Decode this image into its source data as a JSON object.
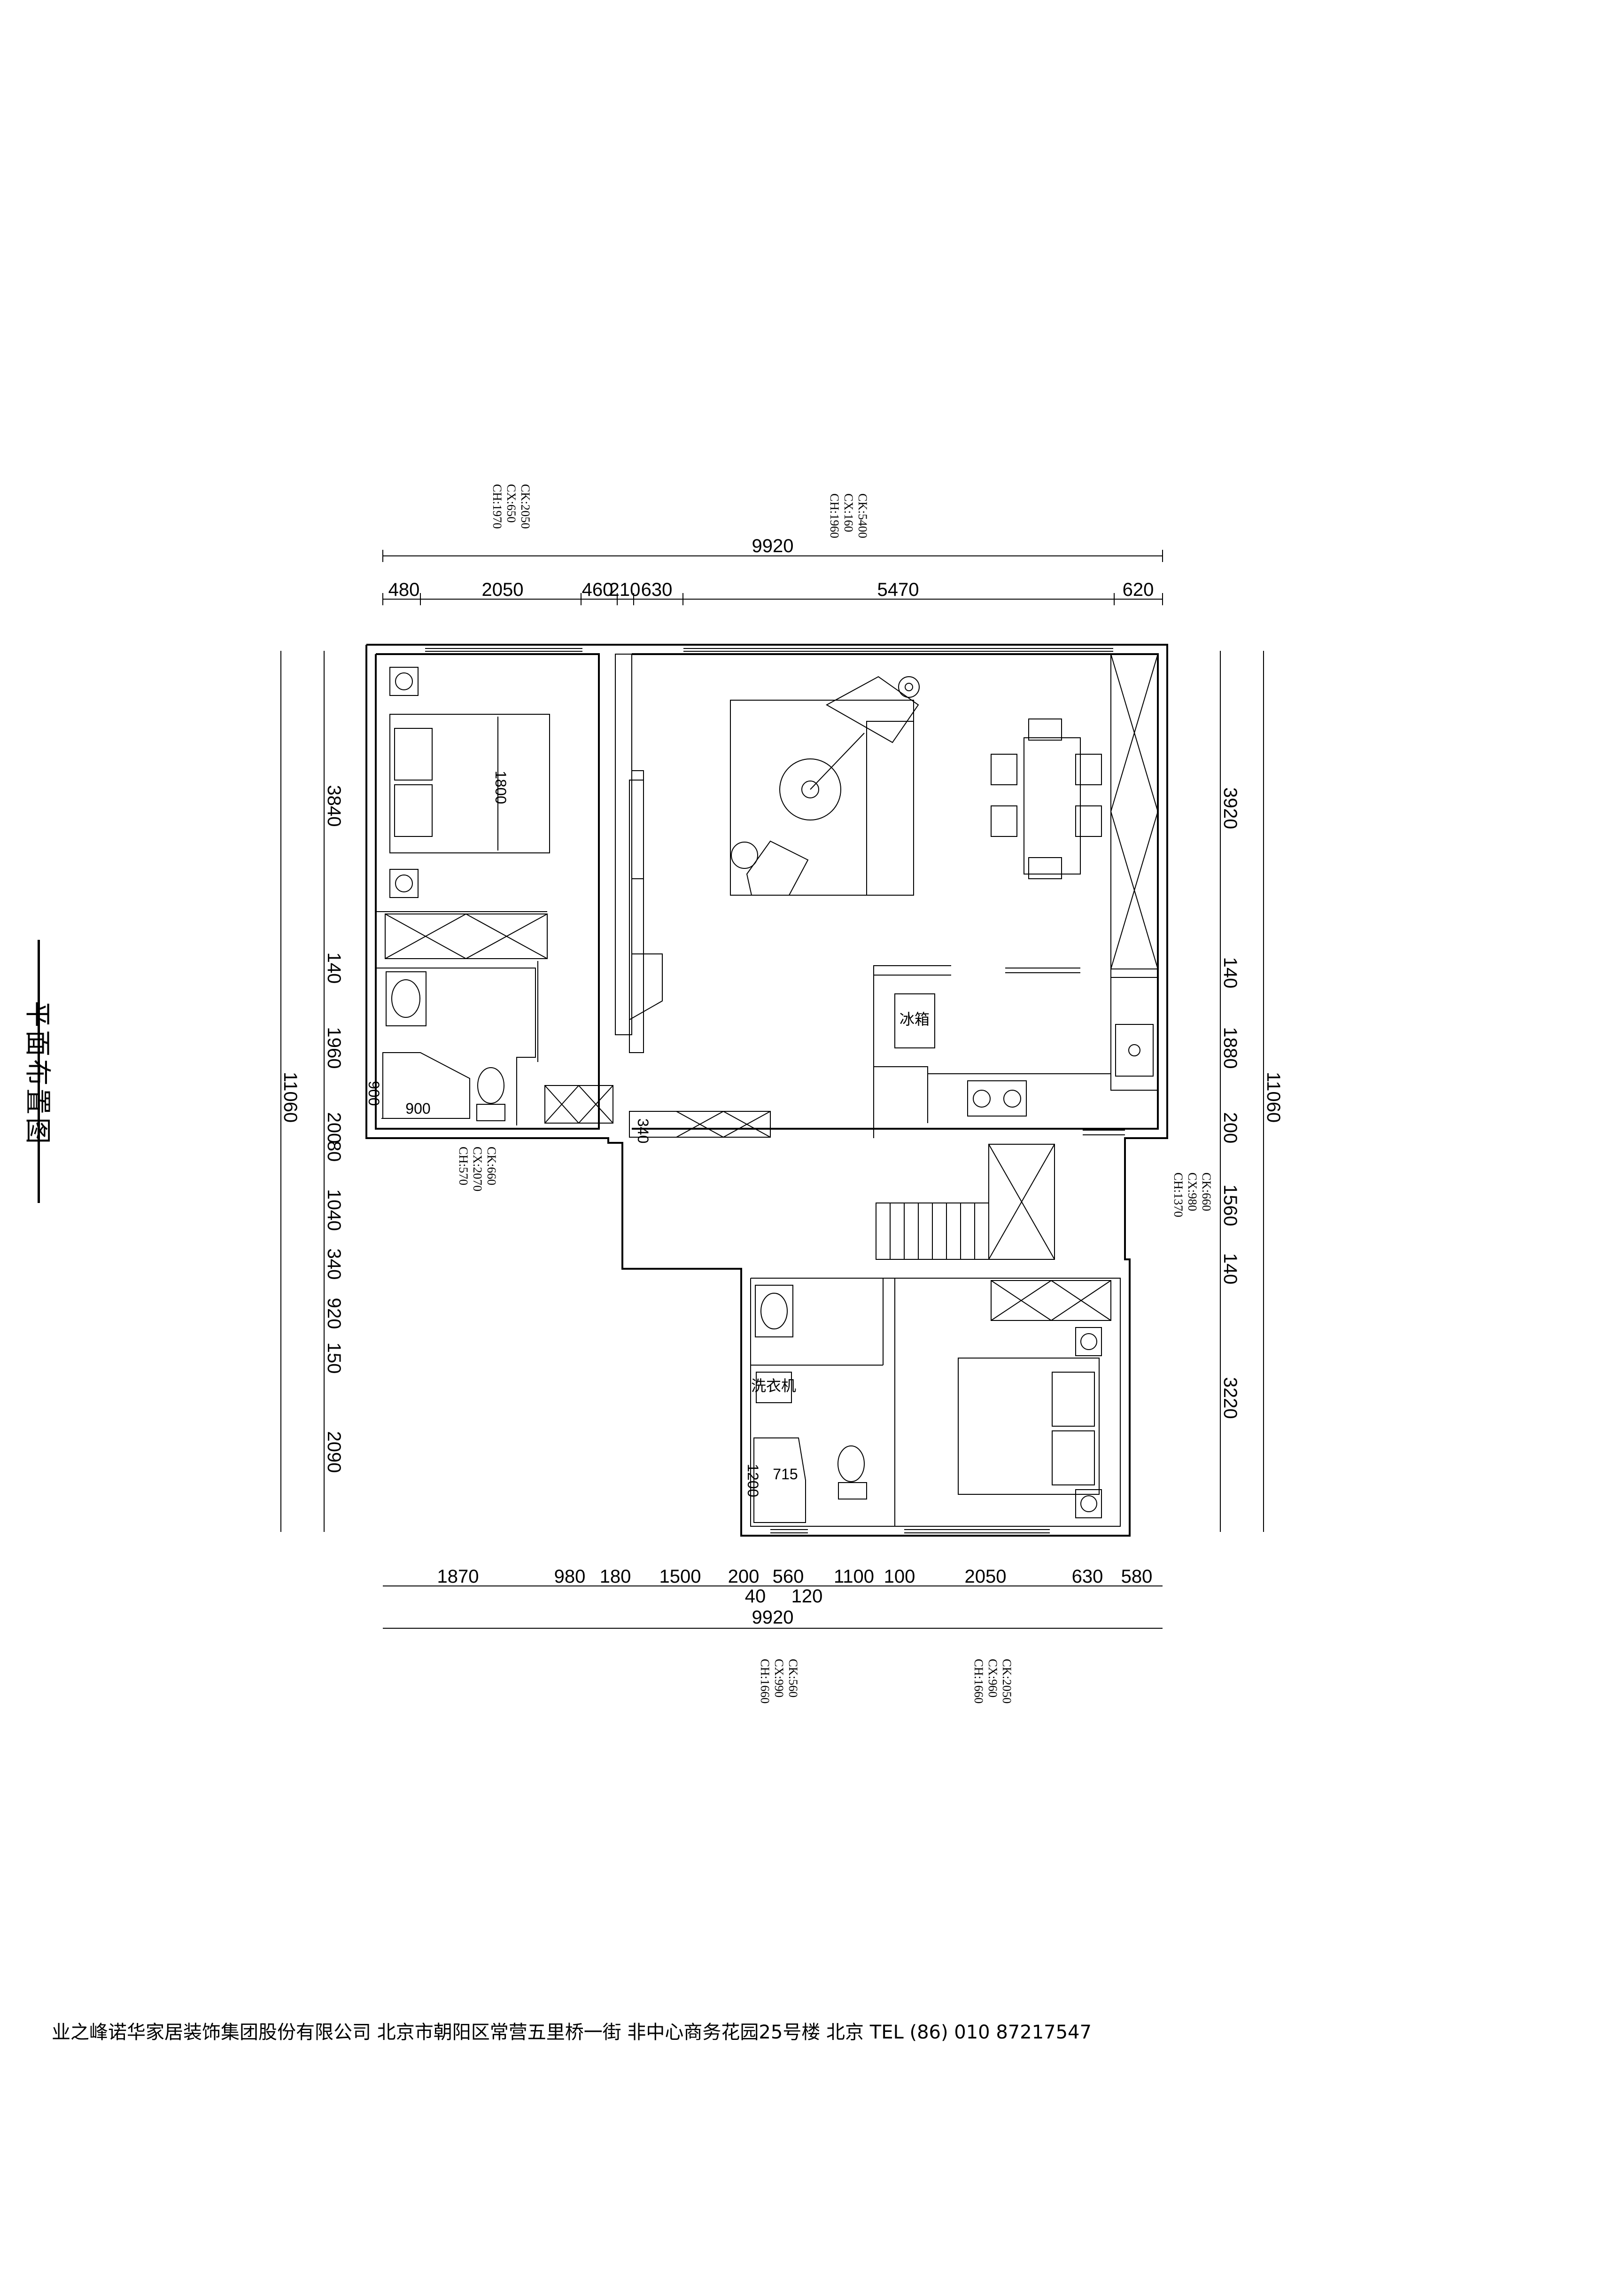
{
  "title": "平面布置图",
  "footer": "业之峰诺华家居装饰集团股份有限公司  北京市朝阳区常营五里桥一街  非中心商务花园25号楼    北京   TEL   (86)  010  87217547",
  "top_dims": {
    "total": "9920",
    "segments": [
      "480",
      "2050",
      "460",
      "210",
      "630",
      "5470",
      "620"
    ]
  },
  "bottom_dims": {
    "total": "9920",
    "segments": [
      "1870",
      "980",
      "180",
      "1500",
      "200",
      "560",
      "1100",
      "100",
      "2050",
      "630",
      "580"
    ],
    "extra": [
      "40",
      "120"
    ]
  },
  "left_dims": {
    "total": "11060",
    "segments": [
      "3840",
      "140",
      "1960",
      "200",
      "80",
      "1040",
      "340",
      "920",
      "150",
      "2090"
    ]
  },
  "right_dims": {
    "total": "11060",
    "segments": [
      "3920",
      "140",
      "1880",
      "200",
      "1560",
      "140",
      "3220"
    ]
  },
  "window_notes": {
    "top_left": [
      "CK:2050",
      "CX:650",
      "CH:1970"
    ],
    "top_mid": [
      "CK:5400",
      "CX:160",
      "CH:1960"
    ],
    "left_mid": [
      "CK:660",
      "CX:2070",
      "CH:570"
    ],
    "right_mid": [
      "CK:660",
      "CX:980",
      "CH:1370"
    ],
    "bottom_mid": [
      "CK:560",
      "CX:990",
      "CH:1660"
    ],
    "bottom_right": [
      "CK:2050",
      "CX:960",
      "CH:1660"
    ]
  },
  "inner_labels": {
    "bed_width": "1800",
    "shower_a_w": "900",
    "shower_a_h": "900",
    "shower_b_w": "715",
    "shower_b_h": "1200",
    "cabinet_depth": "340",
    "fridge_label": "冰箱",
    "washer_label": "洗衣机"
  }
}
